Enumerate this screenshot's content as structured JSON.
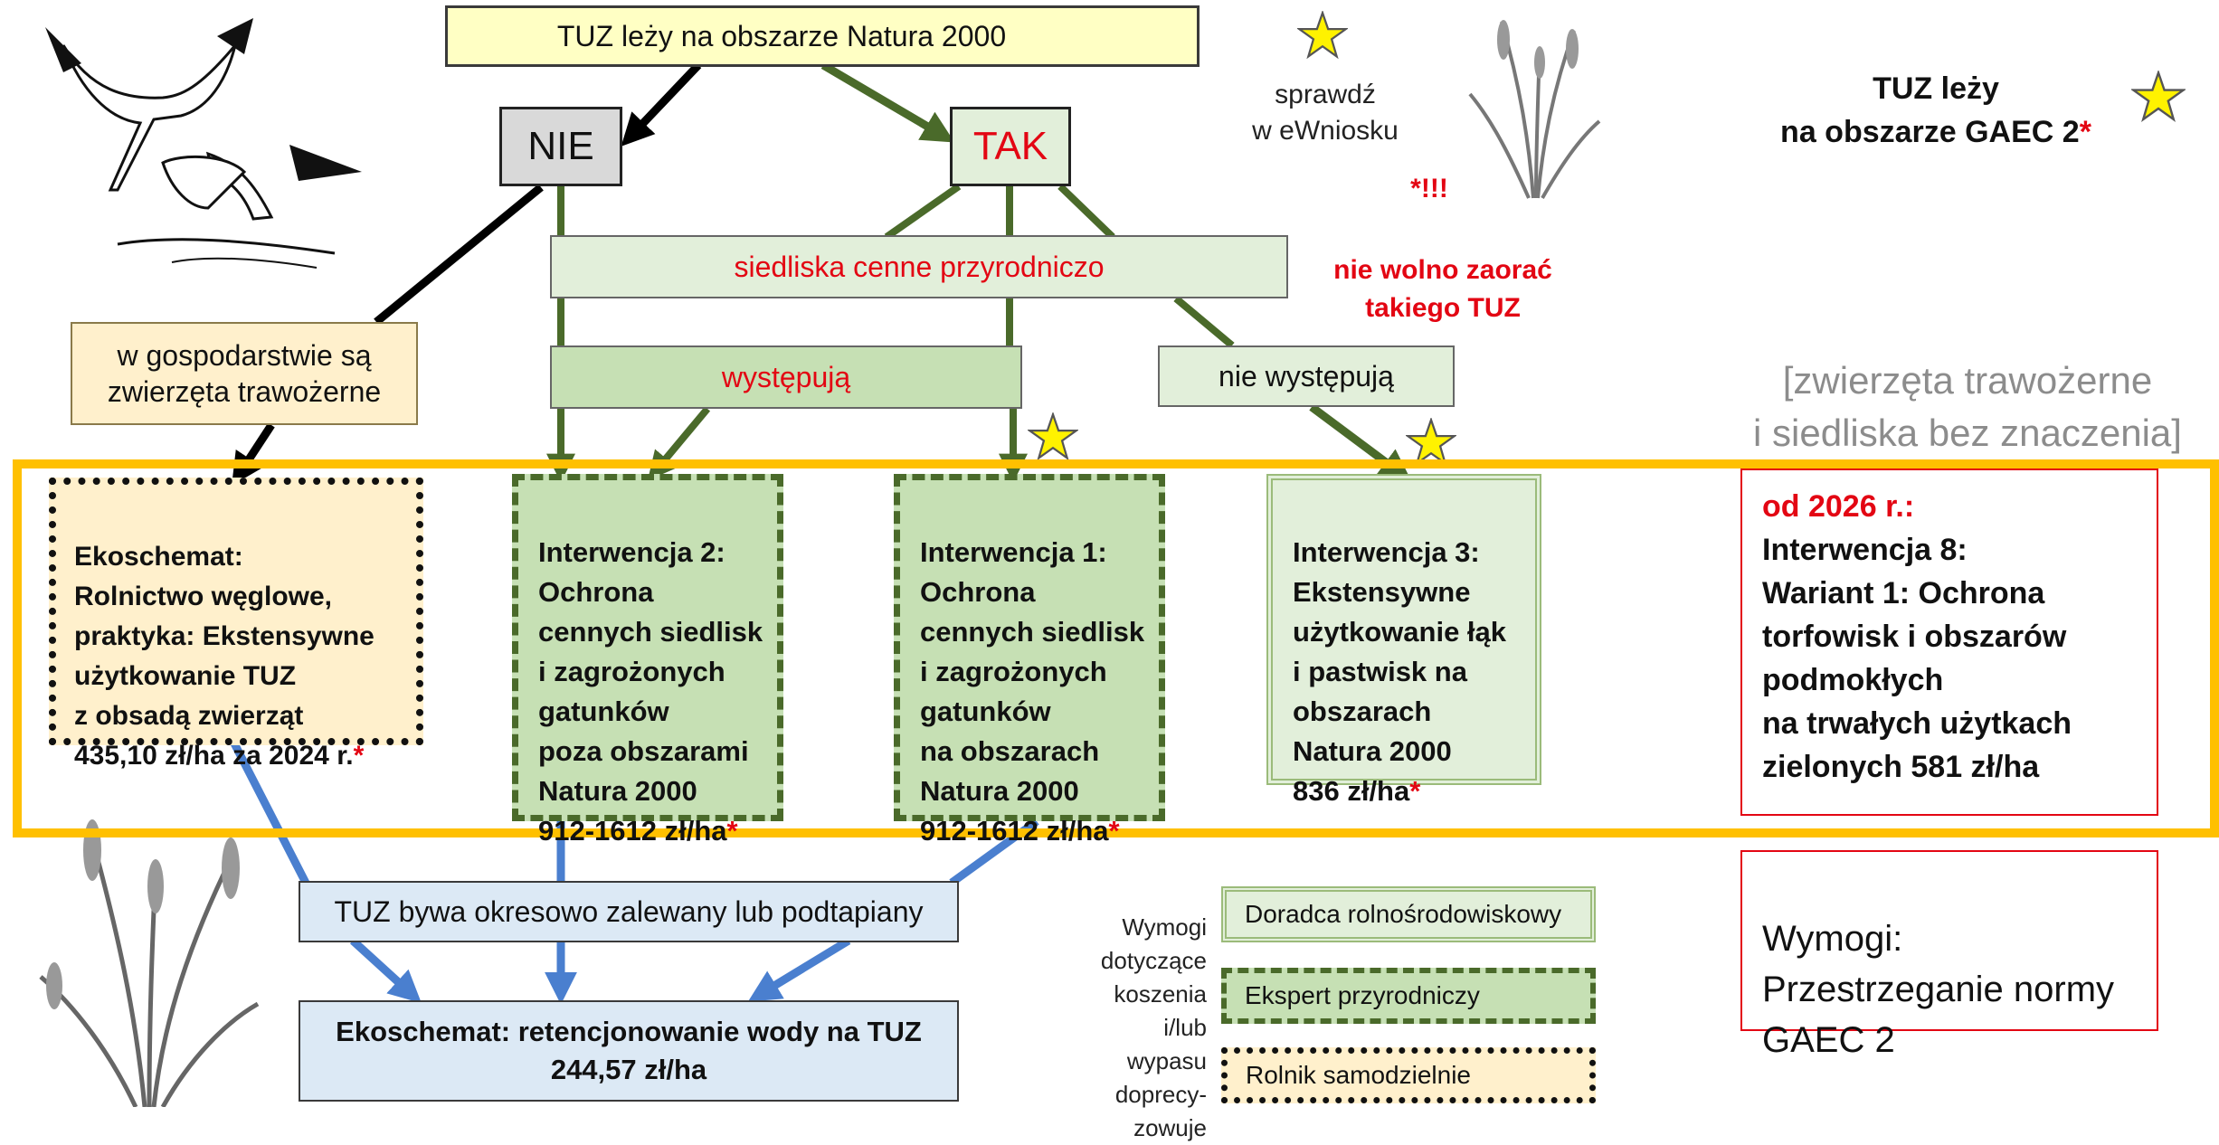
{
  "top_node": "TUZ leży na obszarze Natura 2000",
  "nie": "NIE",
  "tak": "TAK",
  "check_note": "sprawdź\nw eWniosku",
  "gaec_title": "TUZ leży\nna obszarze GAEC 2",
  "gaec_asterisk": "*",
  "no_plough_mark": "*!!!",
  "no_plough_note": "nie wolno zaorać\ntakiego TUZ",
  "habitats_node": "siedliska cenne przyrodniczo",
  "occur_node": "występują",
  "not_occur_node": "nie występują",
  "animals_node": "w gospodarstwie są\nzwierzęta trawożerne",
  "irrelevant_note": "[zwierzęta trawożerne\ni siedliska bez znaczenia]",
  "ecoscheme_carbon": "Ekoschemat:\nRolnictwo węglowe,\npraktyka: Ekstensywne\nużytkowanie TUZ\nz obsadą zwierząt\n435,10 zł/ha za 2024 r.",
  "intervention2": "Interwencja 2:\nOchrona\ncennych siedlisk\ni zagrożonych\ngatunków\npoza obszarami\nNatura 2000\n912-1612 zł/ha",
  "intervention1": "Interwencja 1:\nOchrona\ncennych siedlisk\ni zagrożonych\ngatunków\nna obszarach\nNatura 2000\n912-1612 zł/ha",
  "intervention3": "Interwencja 3:\nEkstensywne\nużytkowanie łąk\ni pastwisk na\nobszarach\nNatura 2000\n836 zł/ha",
  "from_2026": "od 2026 r.:",
  "intervention8": "Interwencja 8:\nWariant 1: Ochrona\ntorfowisk i obszarów\npodmokłych\nna trwałych użytkach\nzielonych 581 zł/ha",
  "asterisk": "*",
  "flooded_node": "TUZ bywa okresowo zalewany lub podtapiany",
  "retention_node": "Ekoschemat: retencjonowanie wody na TUZ\n244,57 zł/ha",
  "requirements_box": "Wymogi:\nPrzestrzeganie normy\nGAEC 2",
  "legend": {
    "caption": "Wymogi\ndotyczące\nkoszenia\ni/lub\nwypasu\ndoprecy-\nzowuje",
    "advisor": "Doradca rolnośrodowiskowy",
    "expert": "Ekspert przyrodniczy",
    "farmer": "Rolnik samodzielnie"
  },
  "colors": {
    "arrow_green": "#4a6a2a",
    "arrow_black": "#000000",
    "arrow_blue": "#4a7fcf",
    "highlight_frame": "#ffc000",
    "accent_red": "#e30613",
    "star_fill": "#fff200"
  }
}
